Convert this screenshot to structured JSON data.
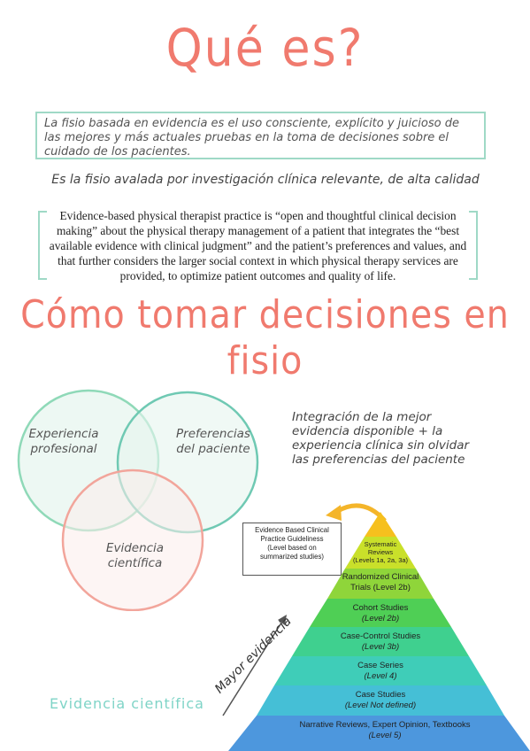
{
  "title": "Qué es?",
  "definition": "La fisio basada en evidencia es el uso consciente, explícito y juicioso de las mejores y más actuales pruebas en la toma de decisiones sobre el cuidado de los pacientes.",
  "subline": "Es la fisio avalada por investigación clínica relevante, de alta calidad",
  "quote": "Evidence-based physical therapist practice is “open and thoughtful clinical decision making” about the physical therapy management of a patient that integrates the “best available evidence with clinical judgment” and the patient’s preferences and values, and that further considers the larger social context in which physical therapy services are provided, to optimize patient outcomes and quality of life.",
  "title2_line1": "Cómo tomar decisiones en",
  "title2_line2": "fisio",
  "venn": {
    "experiencia_l1": "Experiencia",
    "experiencia_l2": "profesional",
    "preferencias_l1": "Preferencias",
    "preferencias_l2": "del paciente",
    "evidencia_l1": "Evidencia",
    "evidencia_l2": "científica",
    "colors": {
      "green": "#8fd9b8",
      "teal": "#6fc9b3",
      "pink": "#f2a59b"
    }
  },
  "integracion": "Integración de la mejor evidencia disponible + la experiencia clínica sin olvidar las preferencias del paciente",
  "ebp_box": {
    "l1": "Evidence Based Clinical",
    "l2": "Practice Guideliness",
    "l3": "(Level based on",
    "l4": "summarized studies)"
  },
  "pyramid": {
    "level1_l1": "Systematic",
    "level1_l2": "Reviews",
    "level1_l3": "(Levels 1a, 2a, 3a)",
    "level2_l1": "Randomized Clinical",
    "level2_l2": "Trials (Level 2b)",
    "level3_l1": "Cohort Studies",
    "level3_l2": "(Level 2b)",
    "level4_l1": "Case-Control Studies",
    "level4_l2": "(Level 3b)",
    "level5_l1": "Case Series",
    "level5_l2": "(Level 4)",
    "level6_l1": "Case Studies",
    "level6_l2": "(Level Not defined)",
    "level7_l1": "Narrative Reviews, Expert Opinion, Textbooks",
    "level7_l2": "(Level 5)",
    "colors": [
      "#f6c01e",
      "#c9e02a",
      "#8fd53a",
      "#4fcf55",
      "#3fd08f",
      "#3fcdb8",
      "#45bfd6",
      "#4d97dd"
    ]
  },
  "mayor_evidencia": "Mayor evidencia",
  "evidencia_cientifica": "Evidencia científica"
}
